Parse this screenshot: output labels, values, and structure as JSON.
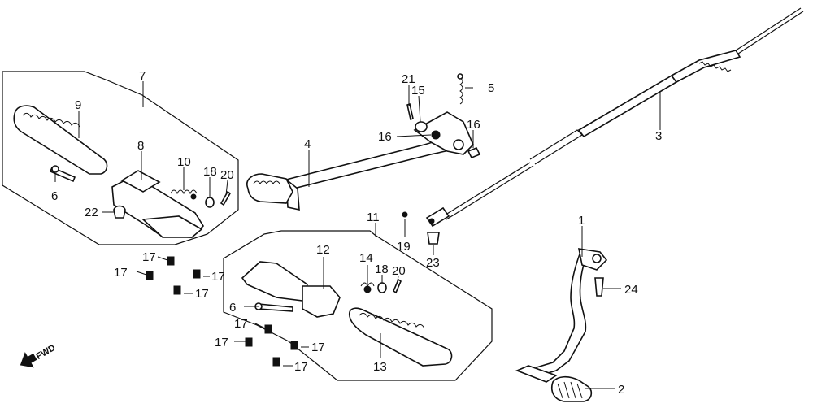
{
  "labels": {
    "l1": "1",
    "l2": "2",
    "l3": "3",
    "l4": "4",
    "l5": "5",
    "l6a": "6",
    "l6b": "6",
    "l7": "7",
    "l8": "8",
    "l9": "9",
    "l10": "10",
    "l11": "11",
    "l12": "12",
    "l13": "13",
    "l14": "14",
    "l15": "15",
    "l16a": "16",
    "l16b": "16",
    "l17a": "17",
    "l17b": "17",
    "l17c": "17",
    "l17d": "17",
    "l17e": "17",
    "l17f": "17",
    "l17g": "17",
    "l17h": "17",
    "l18a": "18",
    "l18b": "18",
    "l19": "19",
    "l20a": "20",
    "l20b": "20",
    "l21": "21",
    "l22": "22",
    "l23": "23",
    "l24": "24"
  },
  "fwd_label": "FWD"
}
